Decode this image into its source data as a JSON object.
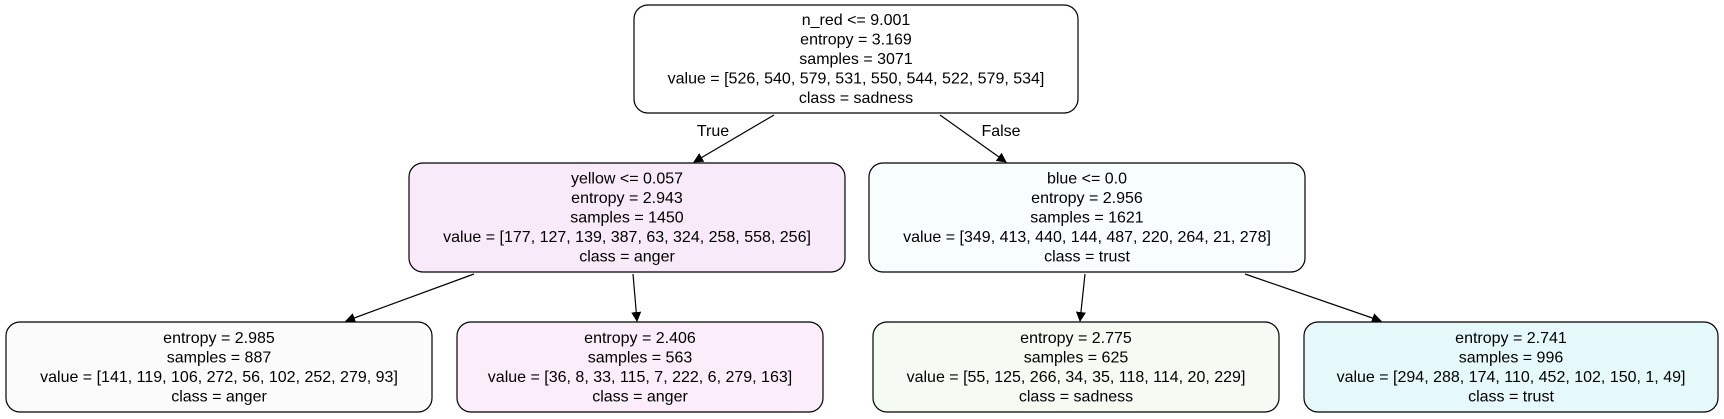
{
  "tree": {
    "nodes": [
      {
        "id": "root",
        "fill": "#ffffff",
        "lines": [
          "n_red <= 9.001",
          "entropy = 3.169",
          "samples = 3071",
          "value = [526, 540, 579, 531, 550, 544, 522, 579, 534]",
          "class = sadness"
        ]
      },
      {
        "id": "left",
        "fill": "#f8eaf9",
        "lines": [
          "yellow <= 0.057",
          "entropy = 2.943",
          "samples = 1450",
          "value = [177, 127, 139, 387, 63, 324, 258, 558, 256]",
          "class = anger"
        ]
      },
      {
        "id": "right",
        "fill": "#f8fdfd",
        "lines": [
          "blue <= 0.0",
          "entropy = 2.956",
          "samples = 1621",
          "value = [349, 413, 440, 144, 487, 220, 264, 21, 278]",
          "class = trust"
        ]
      },
      {
        "id": "leaf1",
        "fill": "#fcfbfc",
        "lines": [
          "entropy = 2.985",
          "samples = 887",
          "value = [141, 119, 106, 272, 56, 102, 252, 279, 93]",
          "class = anger"
        ]
      },
      {
        "id": "leaf2",
        "fill": "#fbedf9",
        "lines": [
          "entropy = 2.406",
          "samples = 563",
          "value = [36, 8, 33, 115, 7, 222, 6, 279, 163]",
          "class = anger"
        ]
      },
      {
        "id": "leaf3",
        "fill": "#f5fbf3",
        "lines": [
          "entropy = 2.775",
          "samples = 625",
          "value = [55, 125, 266, 34, 35, 118, 114, 20, 229]",
          "class = sadness"
        ]
      },
      {
        "id": "leaf4",
        "fill": "#e6f9fa",
        "lines": [
          "entropy = 2.741",
          "samples = 996",
          "value = [294, 288, 174, 110, 452, 102, 150, 1, 49]",
          "class = trust"
        ]
      }
    ],
    "edges": [
      {
        "from": "root",
        "to": "left",
        "label": "True"
      },
      {
        "from": "root",
        "to": "right",
        "label": "False"
      },
      {
        "from": "left",
        "to": "leaf1",
        "label": ""
      },
      {
        "from": "left",
        "to": "leaf2",
        "label": ""
      },
      {
        "from": "right",
        "to": "leaf3",
        "label": ""
      },
      {
        "from": "right",
        "to": "leaf4",
        "label": ""
      }
    ]
  }
}
